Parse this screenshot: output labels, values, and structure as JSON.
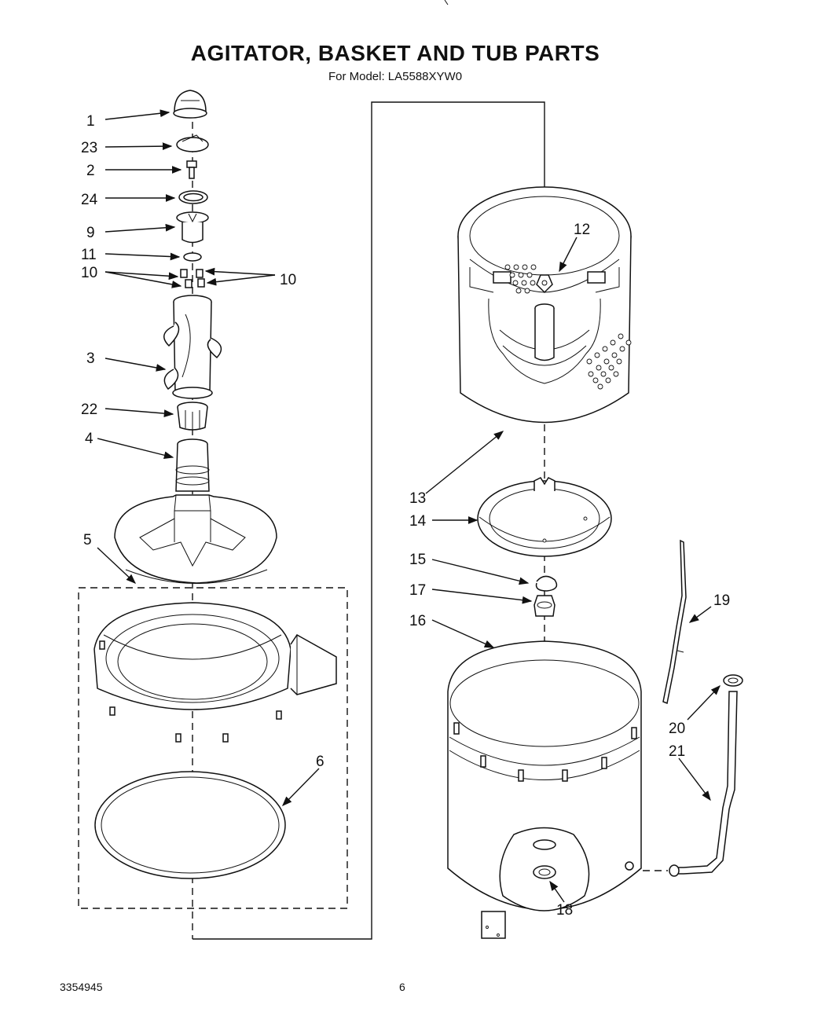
{
  "title": "AGITATOR, BASKET AND TUB PARTS",
  "subtitle": "For Model: LA5588XYW0",
  "footer": {
    "doc_number": "3354945",
    "page": "6"
  },
  "callouts": {
    "c1": "1",
    "c23": "23",
    "c2": "2",
    "c24": "24",
    "c9": "9",
    "c11": "11",
    "c10a": "10",
    "c10b": "10",
    "c3": "3",
    "c22": "22",
    "c4": "4",
    "c5": "5",
    "c6": "6",
    "c12": "12",
    "c13": "13",
    "c14": "14",
    "c15": "15",
    "c17": "17",
    "c16": "16",
    "c19": "19",
    "c20": "20",
    "c21": "21",
    "c18": "18"
  }
}
